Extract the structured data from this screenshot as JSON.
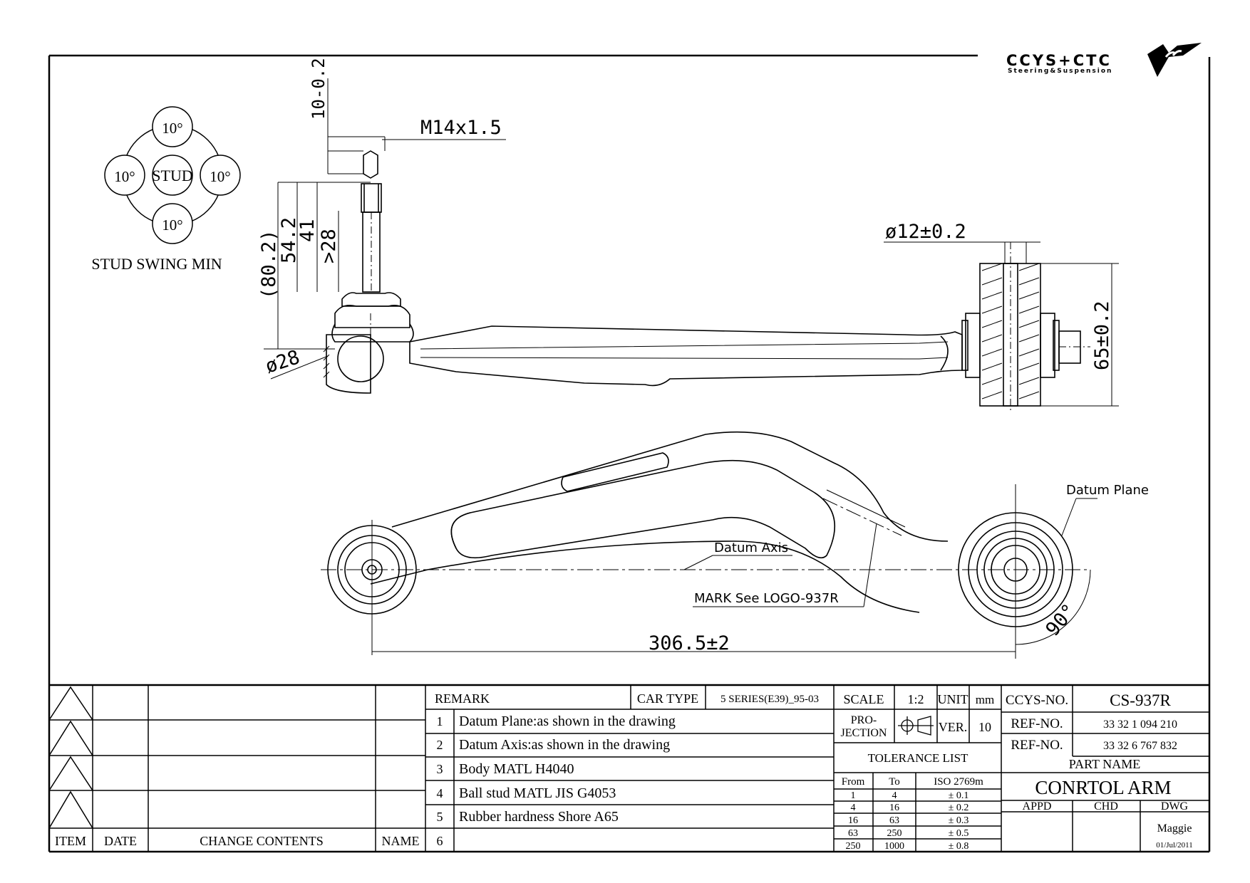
{
  "logo": {
    "text": "CCYS+CTC",
    "tagline": "Steering&Suspension"
  },
  "swing": {
    "center_label": "STUD",
    "top": "10°",
    "left": "10°",
    "right": "10°",
    "bottom": "10°",
    "caption": "STUD SWING MIN"
  },
  "dims": {
    "stud_top": "10-0.2",
    "thread": "M14x1.5",
    "d80": "(80.2)",
    "d54": "54.2",
    "d41": "41",
    "d28": ">28",
    "ball": "ø28",
    "bush_bore": "ø12±0.2",
    "bush_width": "65±0.2",
    "length": "306.5±2",
    "angle": "90°"
  },
  "annotations": {
    "datum_plane": "Datum Plane",
    "datum_axis": "Datum Axis",
    "mark": "MARK See LOGO-937R"
  },
  "revision": {
    "headers": [
      "ITEM",
      "DATE",
      "CHANGE CONTENTS",
      "NAME"
    ]
  },
  "remark": {
    "title": "REMARK",
    "car_type_label": "CAR TYPE",
    "car_type": "5 SERIES(E39)_95-03",
    "items": [
      {
        "n": "1",
        "text": "Datum Plane:as shown in the drawing"
      },
      {
        "n": "2",
        "text": "Datum Axis:as shown in the drawing"
      },
      {
        "n": "3",
        "text": "Body MATL H4040"
      },
      {
        "n": "4",
        "text": "Ball stud MATL JIS G4053"
      },
      {
        "n": "5",
        "text": "Rubber hardness Shore A65"
      },
      {
        "n": "6",
        "text": ""
      }
    ]
  },
  "specs": {
    "scale_label": "SCALE",
    "scale": "1:2",
    "unit_label": "UNIT",
    "unit": "mm",
    "projection_label_1": "PRO-",
    "projection_label_2": "JECTION",
    "ver_label": "VER.",
    "ver": "10"
  },
  "tolerance": {
    "title": "TOLERANCE LIST",
    "headers": [
      "From",
      "To",
      "ISO 2769m"
    ],
    "rows": [
      [
        "1",
        "4",
        "± 0.1"
      ],
      [
        "4",
        "16",
        "± 0.2"
      ],
      [
        "16",
        "63",
        "± 0.3"
      ],
      [
        "63",
        "250",
        "± 0.5"
      ],
      [
        "250",
        "1000",
        "± 0.8"
      ]
    ]
  },
  "title_block": {
    "ccys_label": "CCYS-NO.",
    "ccys": "CS-937R",
    "ref_label": "REF-NO.",
    "ref1": "33 32 1 094 210",
    "ref2": "33 32 6 767 832",
    "part_name_label": "PART NAME",
    "part_name": "CONRTOL ARM",
    "appd": "APPD",
    "chd": "CHD",
    "dwg": "DWG",
    "drawn_by": "Maggie",
    "date": "01/Jul/2011"
  }
}
